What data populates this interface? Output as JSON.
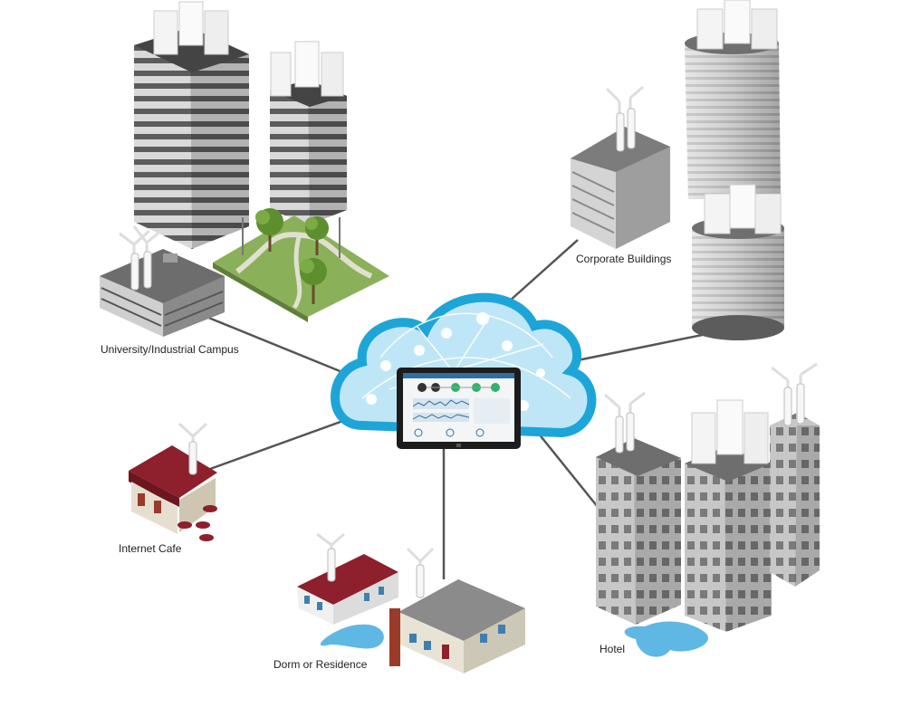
{
  "labels": {
    "campus": "University/Industrial Campus",
    "corporate": "Corporate Buildings",
    "cafe": "Internet Cafe",
    "dorm": "Dorm or Residence",
    "hotel": "Hotel"
  },
  "colors": {
    "cloud_fill": "#bfe6f6",
    "cloud_outline": "#1ea5d8",
    "link_line": "#555555",
    "roof_red": "#8e1f2c",
    "water": "#5fb8e3",
    "grass": "#8bb05a",
    "tree": "#5d8f2e",
    "tablet_bezel": "#1c1c1c",
    "status_green": "#2fb36b"
  }
}
